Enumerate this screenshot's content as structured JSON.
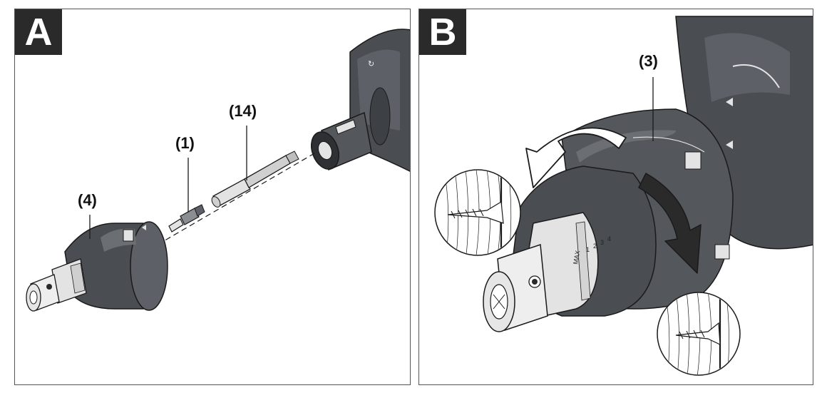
{
  "panels": [
    {
      "id": "A",
      "label": "A",
      "callouts": [
        {
          "label": "(14)"
        },
        {
          "label": "(1)"
        },
        {
          "label": "(4)"
        }
      ]
    },
    {
      "id": "B",
      "label": "B",
      "callouts": [
        {
          "label": "(3)"
        }
      ]
    }
  ],
  "dial_marks": [
    "MAX",
    "1",
    "2",
    "3",
    "4"
  ],
  "colors": {
    "body_dark": "#4a4d52",
    "body_mid": "#5d6066",
    "body_light": "#7a7d82",
    "metal": "#e3e3e3",
    "outline": "#1a1a1a"
  }
}
